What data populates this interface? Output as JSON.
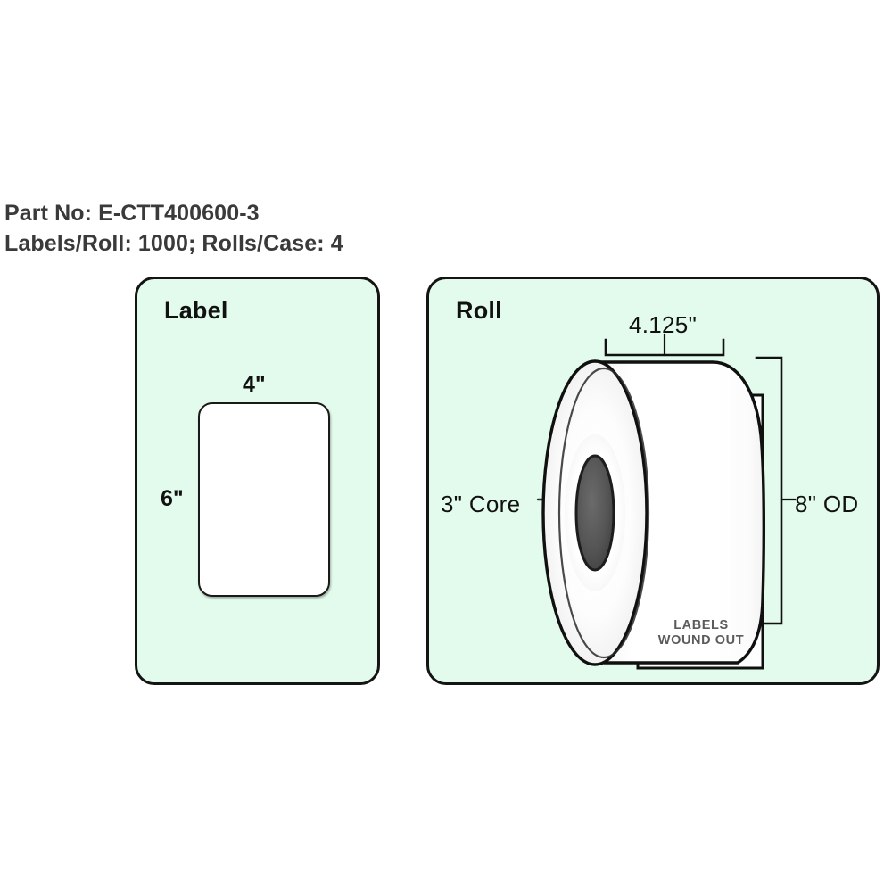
{
  "header": {
    "part_line": "Part No: E-CTT400600-3",
    "counts_line": "Labels/Roll: 1000; Rolls/Case: 4",
    "part_no": "E-CTT400600-3",
    "labels_per_roll": "1000",
    "rolls_per_case": "4"
  },
  "label_panel": {
    "title": "Label",
    "width_dim": "4\"",
    "height_dim": "6\""
  },
  "roll_panel": {
    "title": "Roll",
    "width_dim": "4.125\"",
    "core_dim": "3\" Core",
    "od_dim": "8\" OD",
    "wound_line1": "LABELS",
    "wound_line2": "WOUND OUT"
  },
  "colors": {
    "panel_fill": "#e2fbec",
    "panel_border": "#141414",
    "page_background": "#ffffff",
    "label_fill": "#ffffff",
    "core_fill": "#555555",
    "wound_text": "#5b5b5b",
    "header_text": "#3a3a3a"
  }
}
